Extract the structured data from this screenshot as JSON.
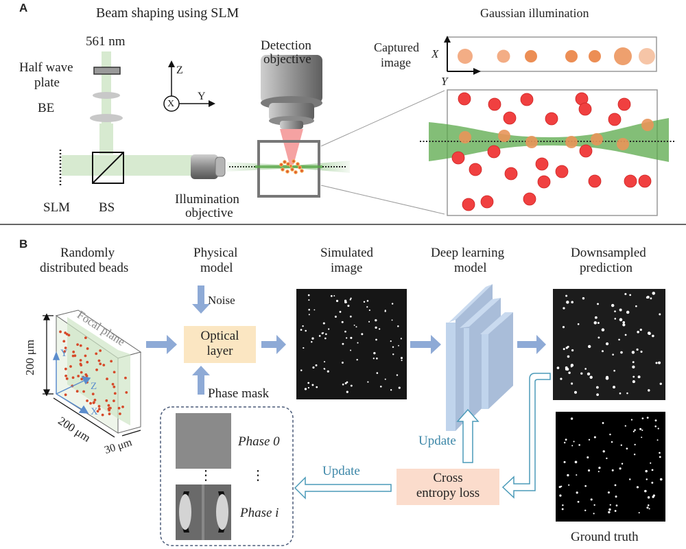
{
  "panel_a": {
    "letter": "A",
    "title_left": "Beam shaping using SLM",
    "title_right": "Gaussian illumination",
    "laser_label": "561 nm",
    "half_wave_plate_line1": "Half wave",
    "half_wave_plate_line2": "plate",
    "be_label": "BE",
    "slm_label": "SLM",
    "bs_label": "BS",
    "illumination_line1": "Illumination",
    "illumination_line2": "objective",
    "detection_line1": "Detection",
    "detection_line2": "objective",
    "axis_z": "Z",
    "axis_y": "Y",
    "axis_x": "X",
    "captured_line1": "Captured",
    "captured_line2": "image",
    "captured_axis_x": "X",
    "captured_axis_y": "Y"
  },
  "panel_b": {
    "letter": "B",
    "beads_line1": "Randomly",
    "beads_line2": "distributed beads",
    "physical_line1": "Physical",
    "physical_line2": "model",
    "simulated_line1": "Simulated",
    "simulated_line2": "image",
    "dl_line1": "Deep learning",
    "dl_line2": "model",
    "down_line1": "Downsampled",
    "down_line2": "prediction",
    "focal_plane": "Focal plane",
    "dim_height": "200 μm",
    "dim_width": "200 μm",
    "dim_depth": "30 μm",
    "axis_y": "Y",
    "axis_z": "Z",
    "axis_x": "X",
    "noise": "Noise",
    "optical_line1": "Optical",
    "optical_line2": "layer",
    "phase_mask": "Phase mask",
    "phase0": "Phase 0",
    "phasei": "Phase i",
    "vdots": "⋮",
    "update_left": "Update",
    "update_up": "Update",
    "loss_line1": "Cross",
    "loss_line2": "entropy loss",
    "ground_truth": "Ground truth"
  },
  "colors": {
    "beam_green": "#d7ead0",
    "focus_green": "#5aa84a",
    "bead_red": "#e8403a",
    "bead_orange": "#e8955a",
    "arrow_blue": "#8eaad6",
    "update_teal": "#3d87a8",
    "optical_fill": "#fbe6c2",
    "loss_fill": "#fbdccc"
  }
}
